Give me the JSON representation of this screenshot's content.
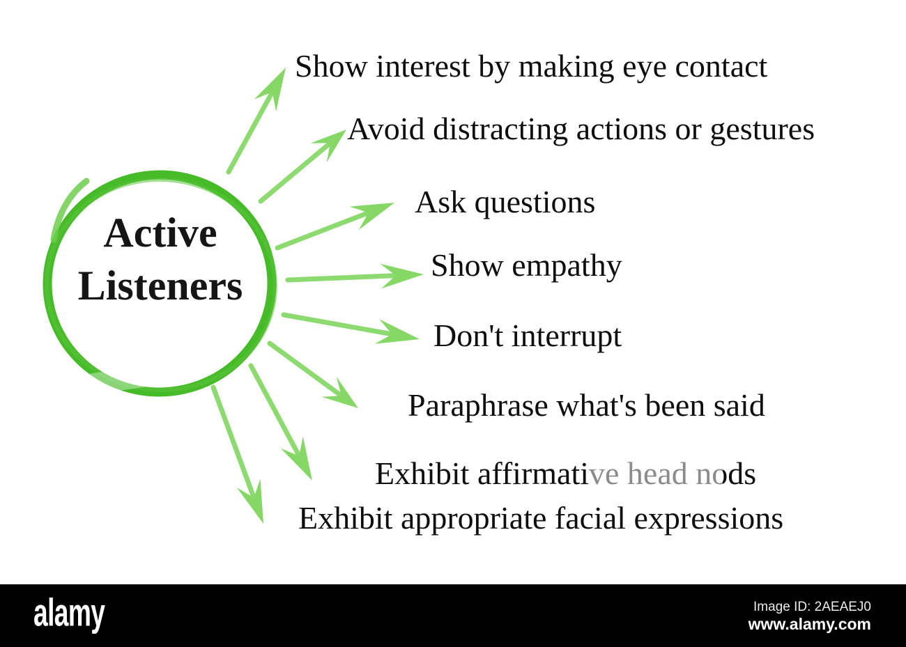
{
  "diagram": {
    "title": "Active Listeners",
    "center": {
      "line1": "Active",
      "line2": "Listeners"
    },
    "items": [
      {
        "text": "Show interest by making eye contact"
      },
      {
        "text": "Avoid distracting actions or gestures"
      },
      {
        "text": "Ask questions"
      },
      {
        "text": "Show empathy"
      },
      {
        "text": "Don't interrupt"
      },
      {
        "text": "Paraphrase what's been said"
      },
      {
        "text": "Exhibit affirmative head nods"
      },
      {
        "text": "Exhibit appropriate facial expressions"
      }
    ],
    "colors": {
      "circle_green": "#46bb28",
      "arrow_green": "#85d766",
      "text": "#0e0e0e"
    }
  },
  "footer": {
    "logo": "alamy",
    "image_id": "Image ID: 2AEAEJ0",
    "url": "www.alamy.com",
    "background": "#000000"
  }
}
